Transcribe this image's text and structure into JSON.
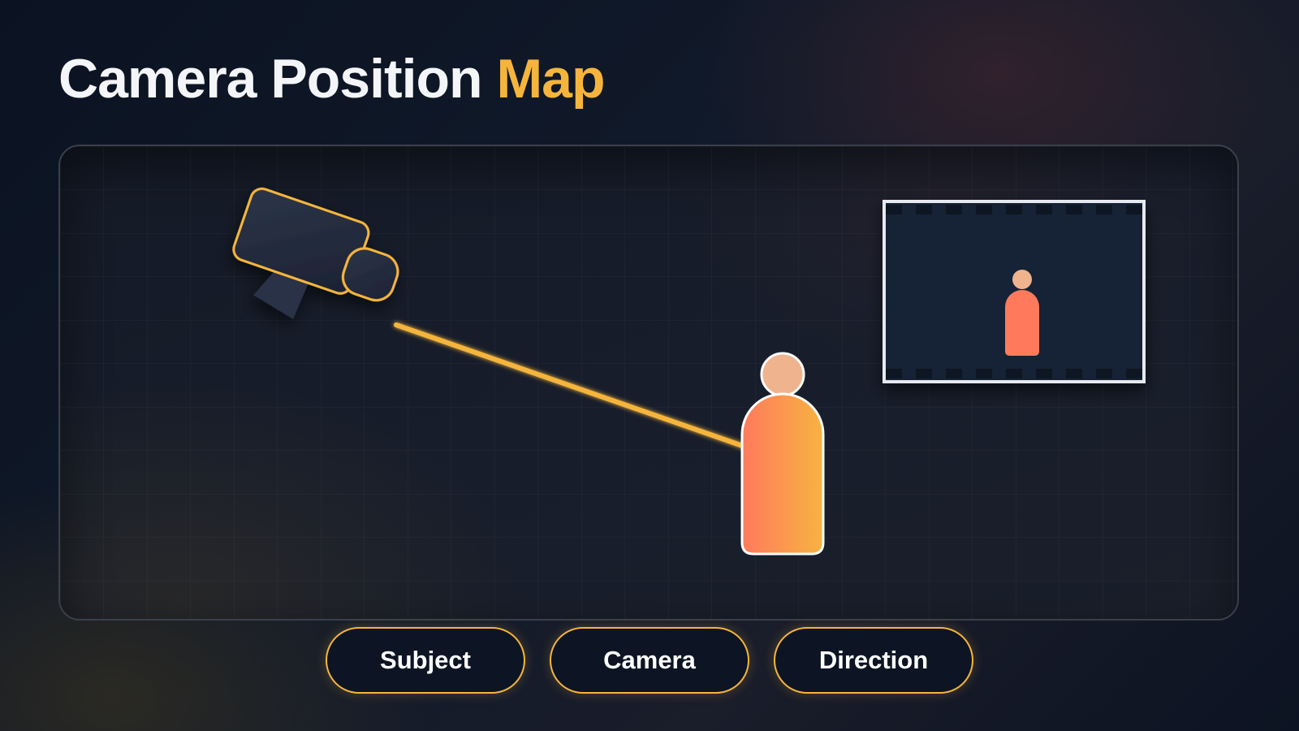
{
  "header": {
    "title_main": "Camera Position",
    "title_accent": "Map"
  },
  "legend": {
    "items": [
      {
        "label": "Subject"
      },
      {
        "label": "Camera"
      },
      {
        "label": "Direction"
      }
    ]
  },
  "colors": {
    "accent": "#f5b53d",
    "subject_gradient": [
      "#ff7a5c",
      "#f7b342"
    ],
    "head": "#efb38e",
    "panel_bg": "#141a26"
  }
}
